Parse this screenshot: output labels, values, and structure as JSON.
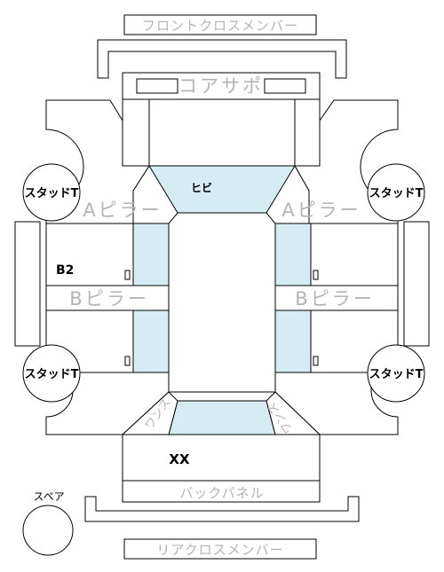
{
  "labels": {
    "front_cross_member": "フロントクロスメンバー",
    "core_support": "コアサポ",
    "a_pillar": "Aピラー",
    "b_pillar": "Bピラー",
    "strut": "スタッドT",
    "crack": "ヒビ",
    "b2": "B2",
    "xx": "XX",
    "back_panel": "バックパネル",
    "spare": "スペア",
    "rear_cross_member": "リアクロスメンバー",
    "left_trunk_wheel_label": "ワンス",
    "right_trunk_wheel_label": "ワンス"
  },
  "colors": {
    "highlight": "#d5ecf3",
    "line": "#000000",
    "label_grey": "#b4b4b4"
  }
}
